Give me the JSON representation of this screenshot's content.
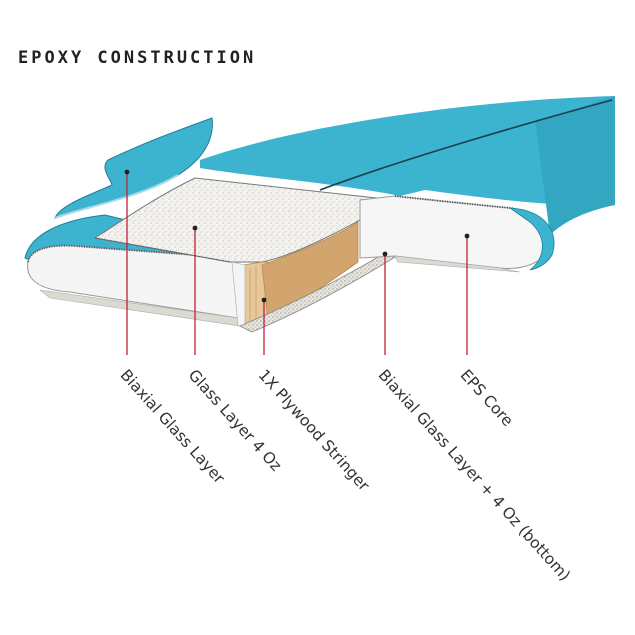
{
  "title": "EPOXY CONSTRUCTION",
  "colors": {
    "deck": "#3cb4d0",
    "deck_dark": "#2a93ad",
    "deck_edge": "#1f7f96",
    "core": "#f4f4f4",
    "glass": "#d9d6cf",
    "stringer": "#d2a56f",
    "stringer_dark": "#b7894f",
    "leader": "#c4203b"
  },
  "callouts": [
    {
      "label": "Biaxial Glass Layer"
    },
    {
      "label": "Glass Layer 4 Oz"
    },
    {
      "label": "1X Plywood Stringer"
    },
    {
      "label": "Biaxial Glass Layer + 4 Oz (bottom)"
    },
    {
      "label": "EPS Core"
    }
  ]
}
